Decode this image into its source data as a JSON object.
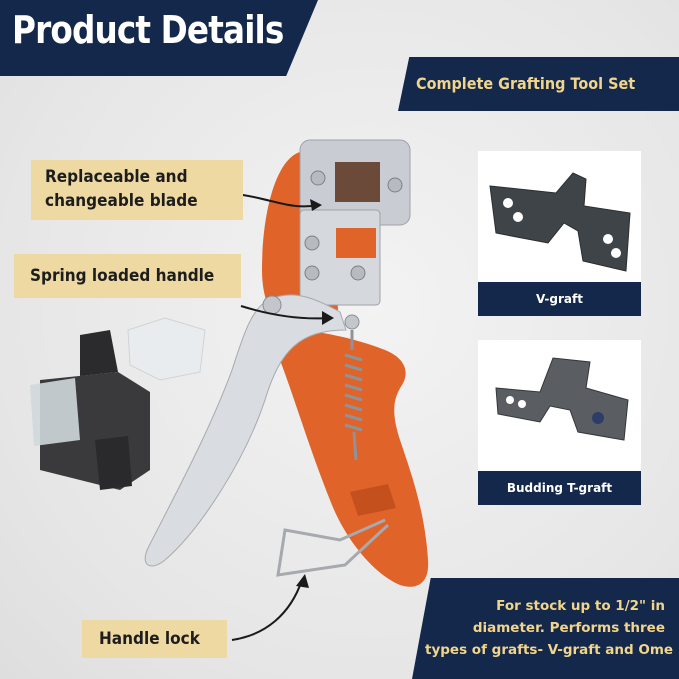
{
  "header": {
    "title": "Product Details"
  },
  "set_banner": {
    "title": "Complete Grafting Tool Set"
  },
  "callouts": {
    "blade": [
      "Replaceable and",
      "changeable blade"
    ],
    "spring": "Spring loaded handle",
    "lock": "Handle lock"
  },
  "grafts": [
    {
      "label": "V-graft"
    },
    {
      "label": "Budding T-graft"
    }
  ],
  "info": {
    "lines": [
      "For stock up to 1/2\" in",
      "diameter. Performs three",
      "types of grafts- V-graft and Ome"
    ]
  },
  "colors": {
    "navy": "#14284b",
    "gold_text": "#f2d58a",
    "callout_bg": "#eed9a3",
    "handle_orange": "#e0632a",
    "chrome": "#c9ccd2"
  }
}
